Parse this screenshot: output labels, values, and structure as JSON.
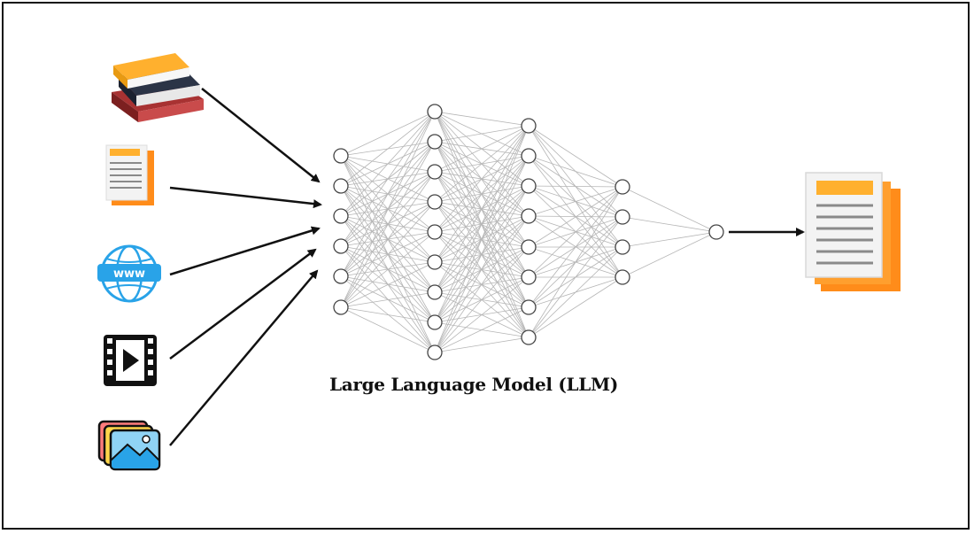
{
  "caption": "Large Language Model (LLM)",
  "inputs": [
    {
      "name": "books",
      "icon": "books-icon"
    },
    {
      "name": "documents",
      "icon": "document-icon"
    },
    {
      "name": "web",
      "icon": "globe-www-icon"
    },
    {
      "name": "video",
      "icon": "video-play-icon"
    },
    {
      "name": "images",
      "icon": "image-stack-icon"
    }
  ],
  "globe_text": "www",
  "output": {
    "icon": "output-document-icon"
  },
  "network": {
    "layer_sizes": [
      6,
      9,
      8,
      4,
      1
    ]
  },
  "colors": {
    "border": "#111111",
    "arrow": "#111111",
    "edge": "#b5b5b5",
    "node_stroke": "#444444",
    "orange": "#ff8c1a",
    "orange_light": "#ffb02e",
    "paper": "#f3f3f3",
    "globe_blue": "#29a3e8",
    "book_red": "#a83232",
    "book_navy": "#2b3446"
  }
}
